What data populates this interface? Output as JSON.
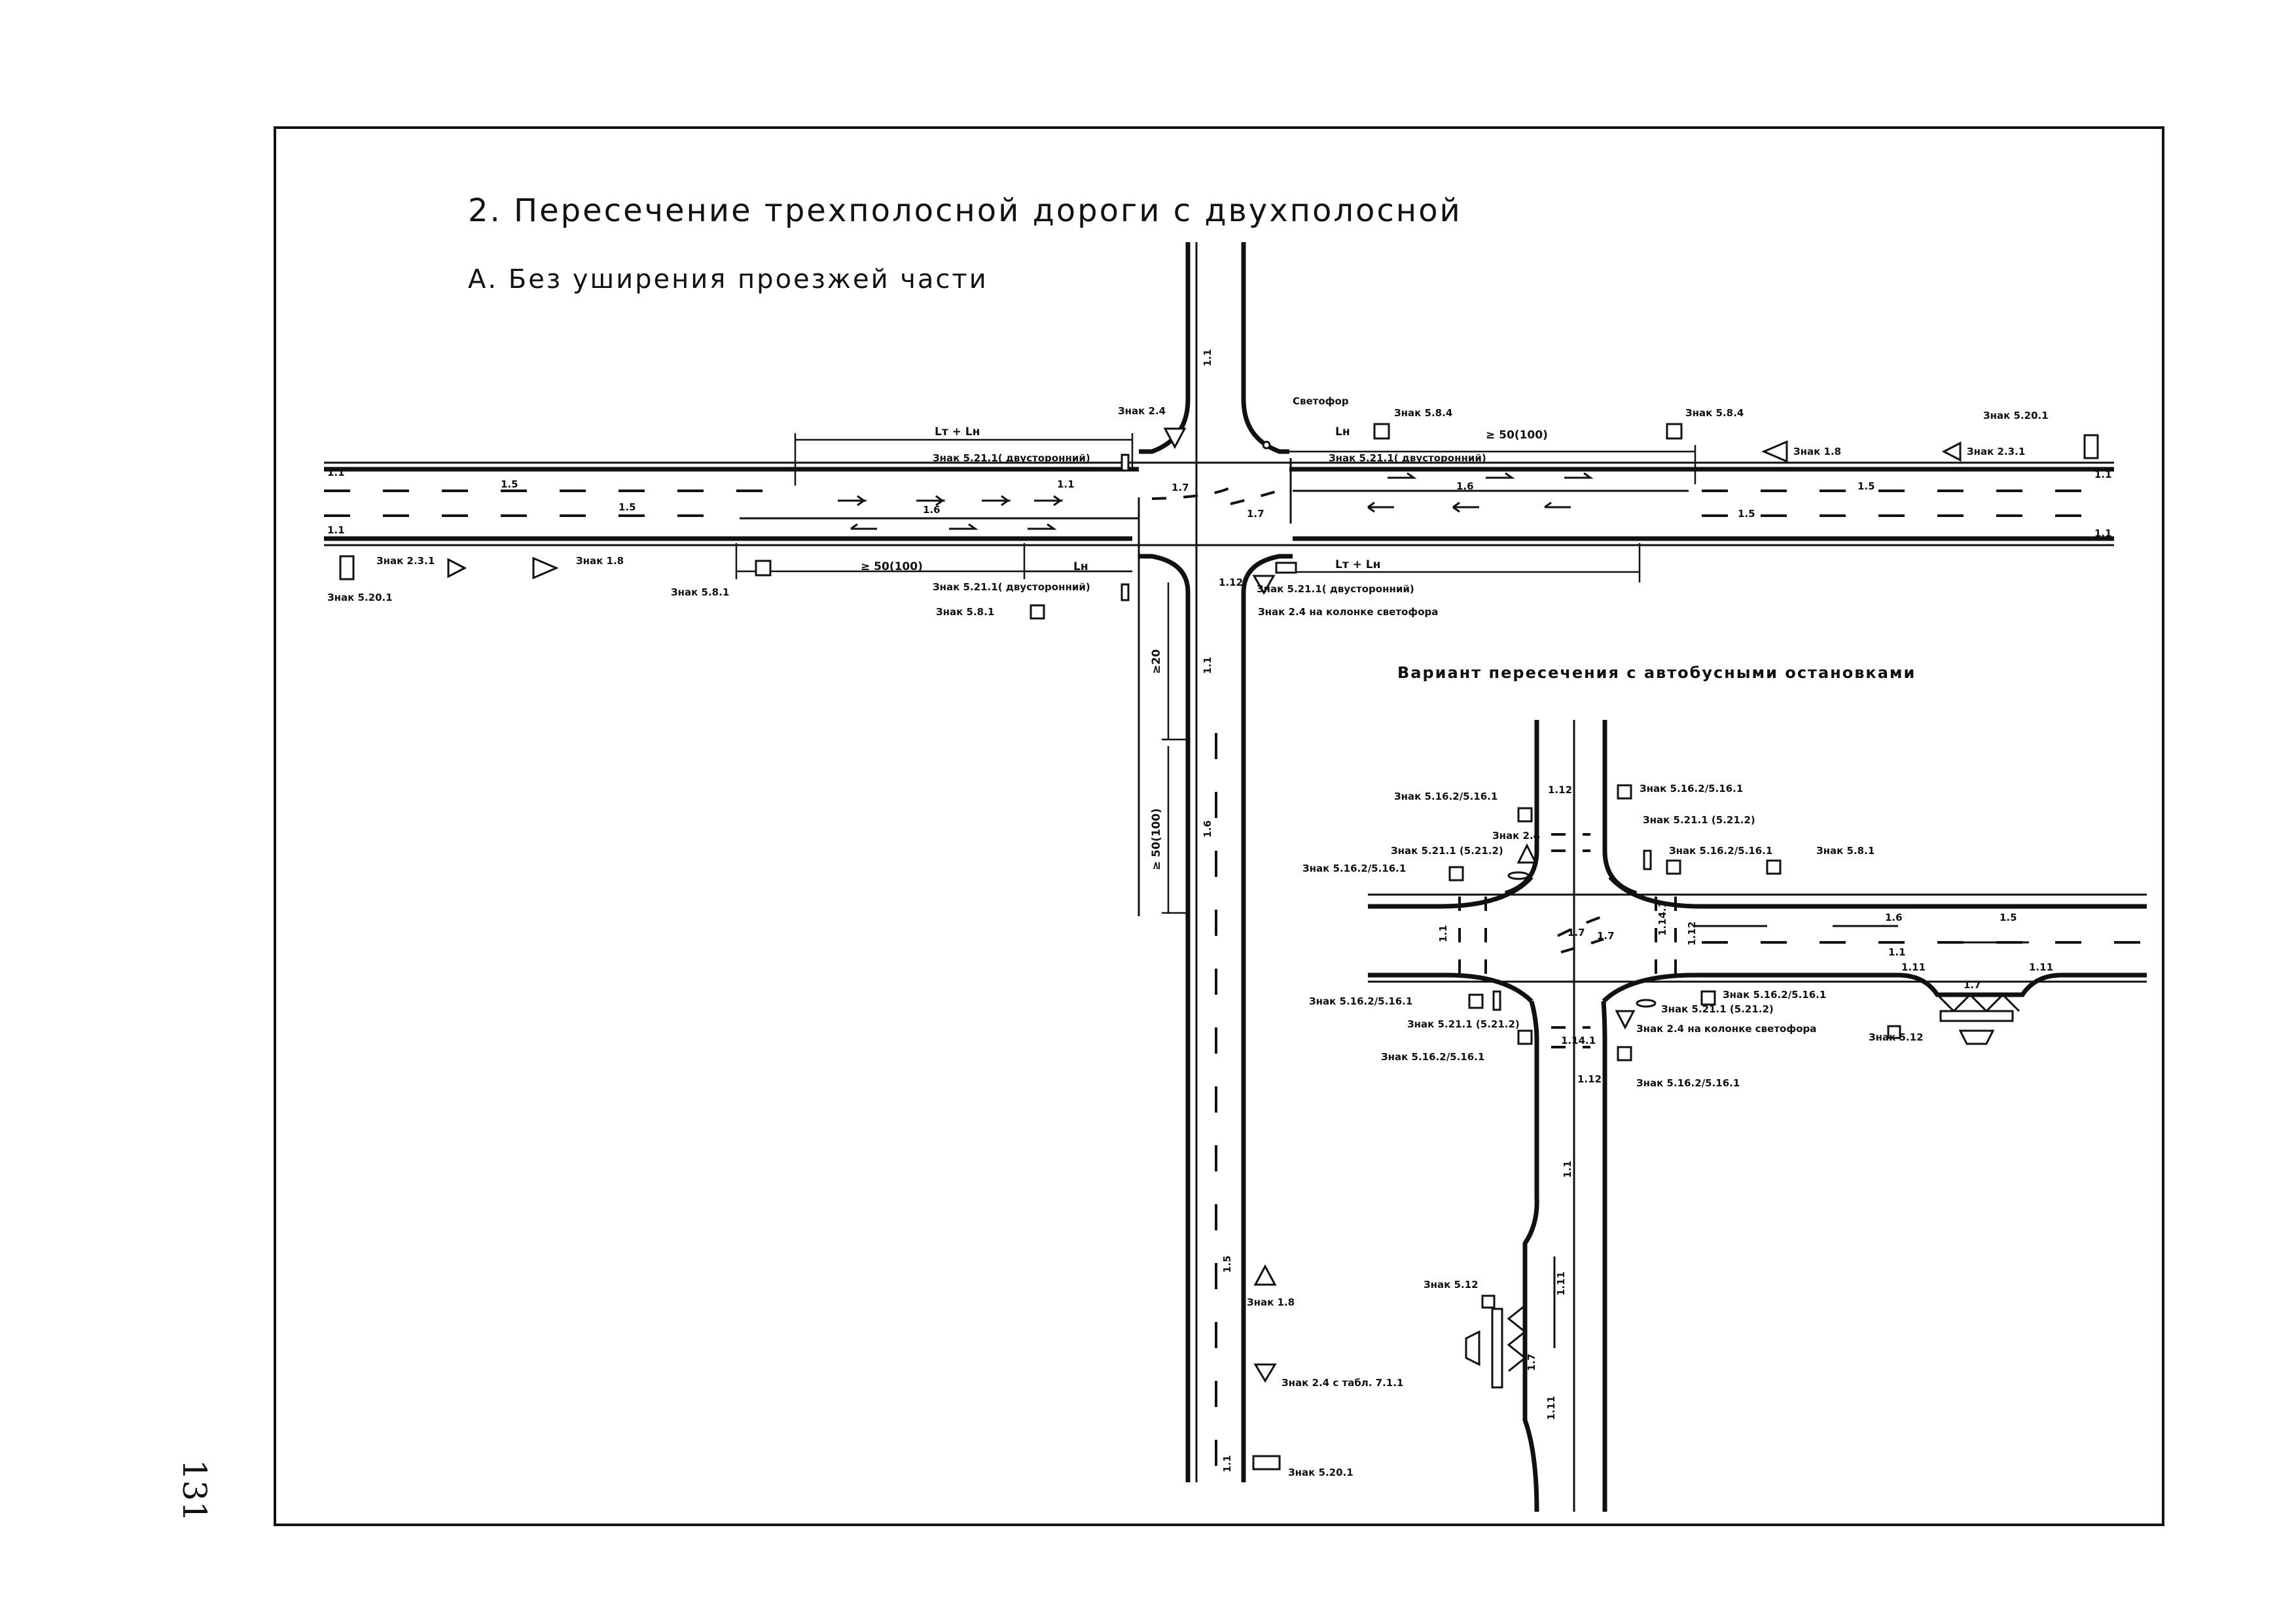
{
  "title": "2. Пересечение трехполосной дороги с двухполосной",
  "subtitle": "А. Без уширения проезжей части",
  "variant_title": "Вариант пересечения с автобусными остановками",
  "page_number": "131",
  "main": {
    "dims": {
      "lt_ln": "Lт + Lн",
      "ln": "Lн",
      "min50": "≥ 50(100)",
      "min20": "≥20"
    },
    "signs": {
      "s24": "Знак 2.4",
      "svetofor": "Светофор",
      "s584_a": "Знак 5.8.4",
      "s584_b": "Знак 5.8.4",
      "s5201_r": "Знак 5.20.1",
      "s18_r": "Знак 1.8",
      "s231_r": "Знак 2.3.1",
      "s5211_two_top": "Знак 5.21.1( двусторонний)",
      "s5211_right_top": "Знак 5.21.1( двусторонний)",
      "s231_l": "Знак 2.3.1",
      "s18_l": "Знак 1.8",
      "s5201_l": "Знак 5.20.1",
      "s581_l": "Знак 5.8.1",
      "s5211_two_bot": "Знак 5.21.1( двусторонний)",
      "s581_c": "Знак 5.8.1",
      "s5211_right_bot": "Знак 5.21.1( двусторонний)",
      "s24_light": "Знак 2.4 на колонке светофора",
      "s18_s": "Знак 1.8",
      "s24_tab": "Знак 2.4 с табл. 7.1.1",
      "s5201_s": "Знак 5.20.1"
    },
    "markings": {
      "m11": "1.1",
      "m15": "1.5",
      "m16": "1.6",
      "m17": "1.7",
      "m112": "1.12"
    }
  },
  "variant": {
    "signs": {
      "a": "Знак 5.16.2/5.16.1",
      "b": "Знак 5.16.2/5.16.1",
      "c": "Знак 2.4",
      "d": "Знак 5.21.1 (5.21.2)",
      "e": "Знак 5.16.2/5.16.1",
      "f": "Знак 5.21.1 (5.21.2)",
      "g": "Знак 5.16.2/5.16.1",
      "h": "Знак 5.8.1",
      "i": "Знак 5.16.2/5.16.1",
      "j": "Знак 5.21.1 (5.21.2)",
      "k": "Знак 5.16.2/5.16.1",
      "l": "Знак 5.16.2/5.16.1",
      "m": "Знак 5.21.1 (5.21.2)",
      "n": "Знак 2.4 на колонке светофора",
      "o": "Знак 5.16.2/5.16.1",
      "p": "Знак 5.12",
      "q": "Знак 5.12"
    },
    "markings": {
      "m112": "1.12",
      "m11": "1.1",
      "m15": "1.5",
      "m16": "1.6",
      "m17": "1.7",
      "m114": "1.14.1",
      "m111": "1.11"
    }
  }
}
